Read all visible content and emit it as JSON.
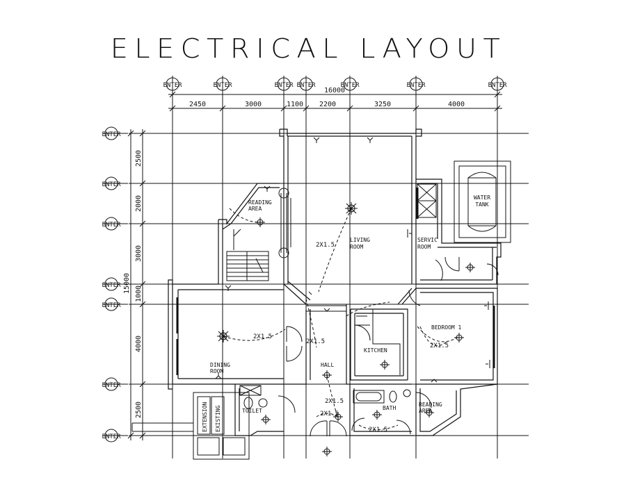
{
  "title": "ELECTRICAL LAYOUT",
  "grid_marker_label": "ENTER",
  "overall_width": "16000",
  "overall_height": "15000",
  "col_dims": [
    "2450",
    "3000",
    "1100",
    "2200",
    "3250",
    "4000"
  ],
  "row_dims": [
    "2500",
    "2000",
    "3000",
    "1000",
    "4000",
    "2500"
  ],
  "rooms": {
    "reading_area_1": [
      "READING",
      "AREA"
    ],
    "living_room": [
      "LIVING",
      "ROOM"
    ],
    "service_room": [
      "SERVIC",
      "ROOM"
    ],
    "water_tank": [
      "WATER",
      "TANK"
    ],
    "bedroom": "BEDROOM 1",
    "dining_room": [
      "DINING",
      "ROOM"
    ],
    "hall": "HALL",
    "kitchen": "KITCHEN",
    "toilet": "TOILET",
    "bath": "BATH",
    "reading_area_2": [
      "READING",
      "AREA"
    ],
    "extension": "EXTENSION",
    "existing": "EXISTING"
  },
  "wiring_labels": {
    "living": "2X1.5",
    "dining": "2X1.5",
    "hall_top": "2X1.5",
    "bedroom": "2X1.5",
    "hall_bottom": "2X1.5",
    "entrance": "2X1.5",
    "bath": "2X1.5"
  },
  "colors": {
    "line": "#111111",
    "background": "#ffffff"
  }
}
